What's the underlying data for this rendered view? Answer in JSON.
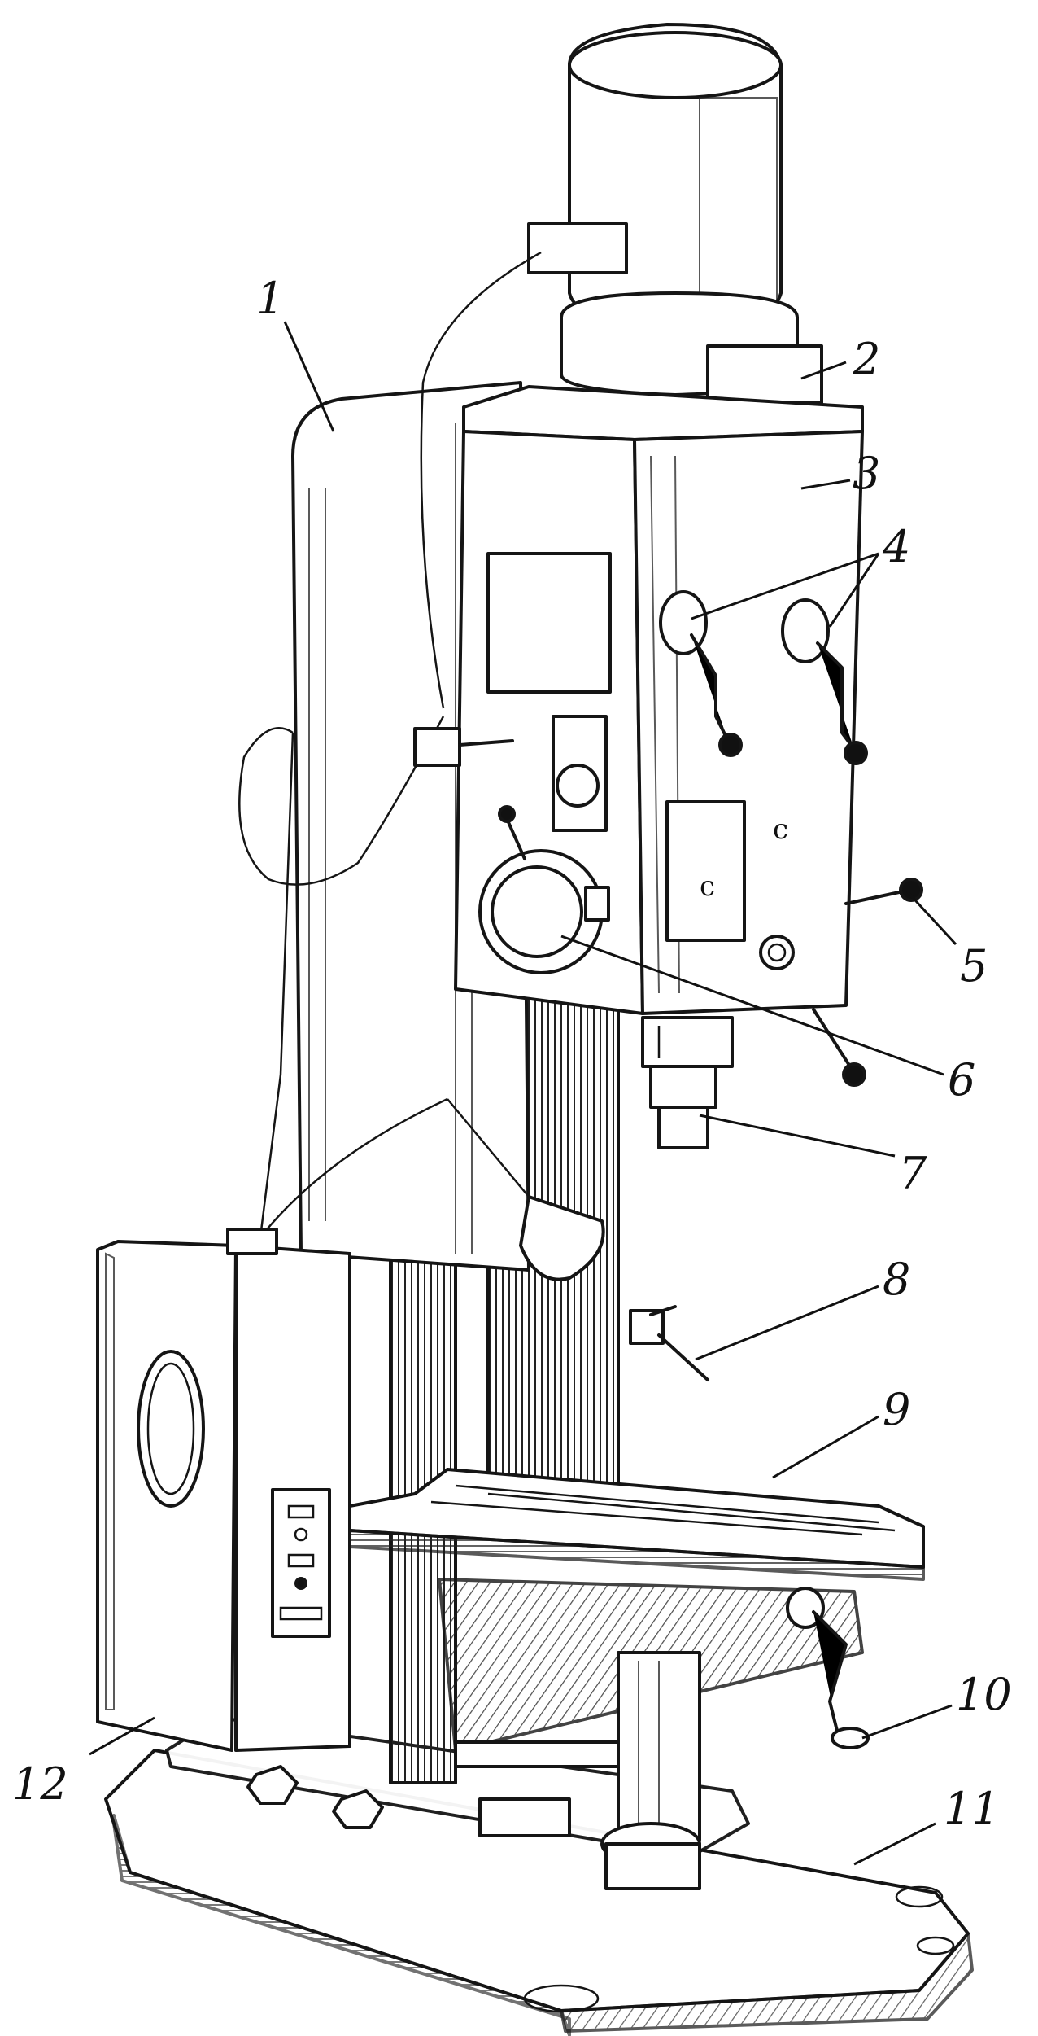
{
  "figure": {
    "callouts": [
      {
        "id": "1",
        "text": "1"
      },
      {
        "id": "2",
        "text": "2"
      },
      {
        "id": "3",
        "text": "3"
      },
      {
        "id": "4",
        "text": "4"
      },
      {
        "id": "5",
        "text": "5"
      },
      {
        "id": "6",
        "text": "6"
      },
      {
        "id": "7",
        "text": "7"
      },
      {
        "id": "8",
        "text": "8"
      },
      {
        "id": "9",
        "text": "9"
      },
      {
        "id": "10",
        "text": "10"
      },
      {
        "id": "11",
        "text": "11"
      },
      {
        "id": "12",
        "text": "12"
      }
    ],
    "panel_marks": {
      "upper": "c",
      "lower": "c"
    }
  }
}
